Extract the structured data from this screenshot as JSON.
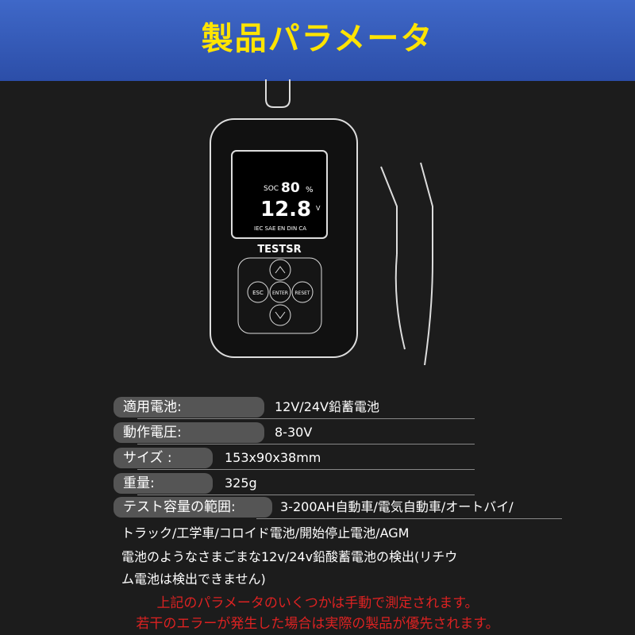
{
  "title": "製品パラメータ",
  "device": {
    "brand": "TESTSR",
    "soc_label": "SOC",
    "soc": "80",
    "voltage": "12.8",
    "keys": {
      "esc": "ESC",
      "enter": "ENTER",
      "reset": "RESET"
    },
    "standards": "IEC SAE EN DIN CA"
  },
  "specs": [
    {
      "label": "適用電池:",
      "value": "12V/24V鉛蓄電池"
    },
    {
      "label": "動作電圧:",
      "value": "8-30V"
    },
    {
      "label": "サイズ :",
      "value": "153x90x38mm"
    },
    {
      "label": "重量:",
      "value": "325g"
    },
    {
      "label": "テスト容量の範囲:",
      "value": "3-200AH自動車/電気自動車/オートバイ/"
    }
  ],
  "spec_cont": [
    "トラック/工学車/コロイド電池/開始停止電池/AGM",
    "電池のようなさまごまな12v/24v鉛酸蓄電池の検出(リチウ",
    "ム電池は検出できません)"
  ],
  "notes": [
    "上記のパラメータのいくつかは手動で測定されます。",
    "若干のエラーが発生した場合は実際の製品が優先されます。"
  ]
}
